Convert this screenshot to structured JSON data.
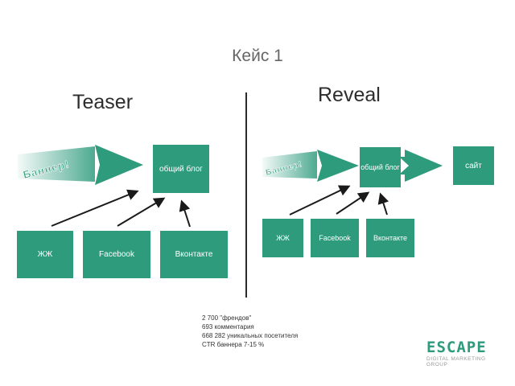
{
  "slide": {
    "title": "Кейс 1"
  },
  "teaser": {
    "title": "Teaser",
    "banner_label": "Баннер!",
    "blog": "общий блог",
    "sources": [
      "ЖЖ",
      "Facebook",
      "Вконтакте"
    ]
  },
  "reveal": {
    "title": "Reveal",
    "banner_label": "Баннер!",
    "blog": "общий блог",
    "site": "сайт",
    "sources": [
      "ЖЖ",
      "Facebook",
      "Вконтакте"
    ]
  },
  "stats": {
    "line1": "2 700 \"френдов\"",
    "line2": "693 комментария",
    "line3": "668 282 уникальных посетителя",
    "line4": "CTR баннера 7-15 %"
  },
  "logo": {
    "name": "ESCAPE",
    "sub1": "DIGITAL MARKETING",
    "sub2": "GROUP"
  },
  "colors": {
    "box": "#2e9b7c",
    "arrow": "#1a1a1a"
  }
}
